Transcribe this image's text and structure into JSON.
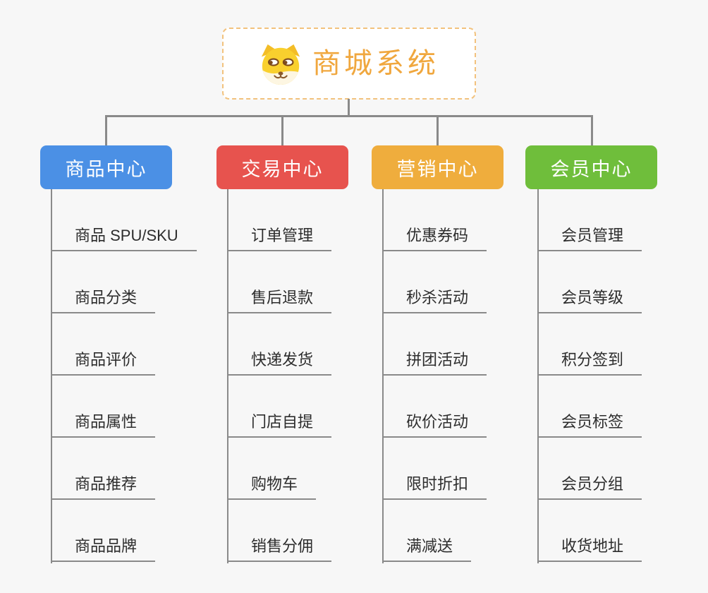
{
  "root": {
    "title": "商城系统",
    "icon": "doge-icon"
  },
  "branches": [
    {
      "label": "商品中心",
      "color": "#4b90e5",
      "items": [
        "商品 SPU/SKU",
        "商品分类",
        "商品评价",
        "商品属性",
        "商品推荐",
        "商品品牌"
      ]
    },
    {
      "label": "交易中心",
      "color": "#e7534e",
      "items": [
        "订单管理",
        "售后退款",
        "快递发货",
        "门店自提",
        "购物车",
        "销售分佣"
      ]
    },
    {
      "label": "营销中心",
      "color": "#efad3d",
      "items": [
        "优惠券码",
        "秒杀活动",
        "拼团活动",
        "砍价活动",
        "限时折扣",
        "满减送"
      ]
    },
    {
      "label": "会员中心",
      "color": "#6fbe3b",
      "items": [
        "会员管理",
        "会员等级",
        "积分签到",
        "会员标签",
        "会员分组",
        "收货地址"
      ]
    }
  ],
  "colors": {
    "background": "#f7f7f7",
    "connector": "#8a8a8a",
    "root_text": "#f0a73e",
    "root_border": "#f2c27d"
  }
}
